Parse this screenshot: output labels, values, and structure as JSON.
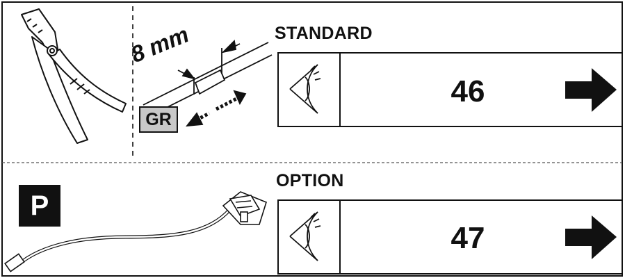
{
  "standard": {
    "title": "STANDARD",
    "page_ref": "46",
    "strip_length": "8 mm",
    "wire_label": "GR",
    "icon_eye": "eye-icon",
    "icon_arrow": "right-arrow-icon",
    "icon_tool": "wire-stripper-icon"
  },
  "option": {
    "title": "OPTION",
    "page_ref": "47",
    "badge": "P",
    "icon_eye": "eye-icon",
    "icon_arrow": "right-arrow-icon",
    "icon_cable": "sensor-cable-icon"
  },
  "colors": {
    "line": "#111111",
    "label_fill": "#c8c8c8",
    "badge_fill": "#111111"
  }
}
